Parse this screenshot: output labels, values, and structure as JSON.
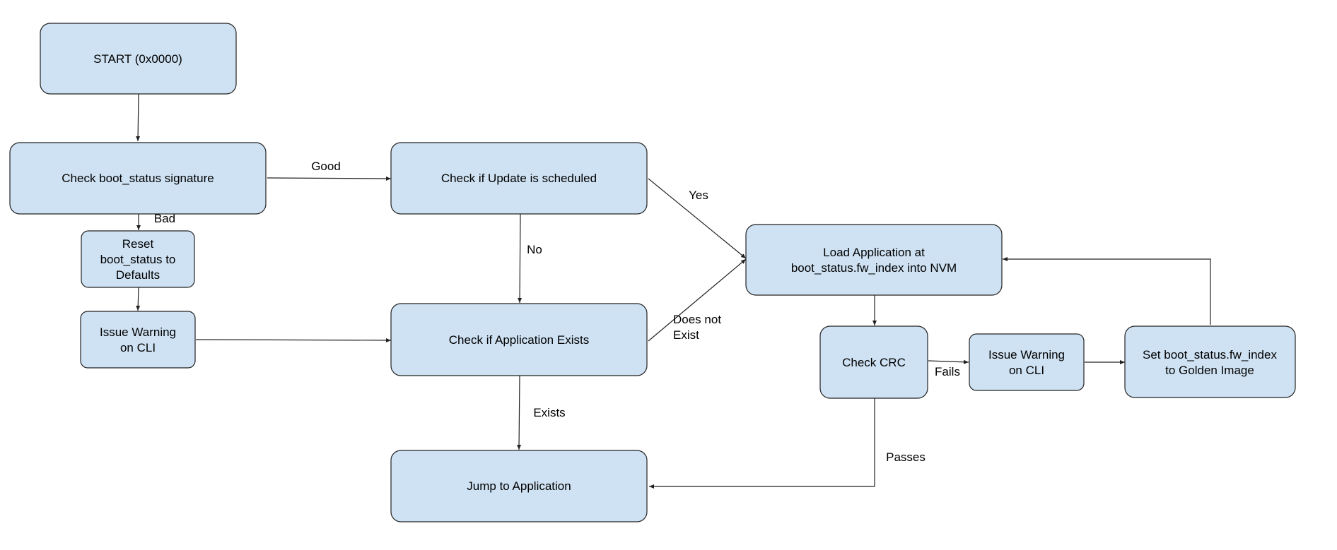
{
  "nodes": {
    "start": [
      "START (0x0000)"
    ],
    "check_sig": [
      "Check boot_status signature"
    ],
    "reset_defaults": [
      "Reset",
      "boot_status to",
      "Defaults"
    ],
    "warn_cli_left": [
      "Issue Warning",
      "on CLI"
    ],
    "check_update": [
      "Check if Update is scheduled"
    ],
    "check_app": [
      "Check if Application Exists"
    ],
    "jump_app": [
      "Jump to Application"
    ],
    "load_app": [
      "Load Application at",
      "boot_status.fw_index into NVM"
    ],
    "check_crc": [
      "Check CRC"
    ],
    "warn_cli_right": [
      "Issue Warning",
      "on CLI"
    ],
    "set_golden": [
      "Set boot_status.fw_index",
      "to Golden Image"
    ]
  },
  "edge_labels": {
    "good": [
      "Good"
    ],
    "bad": [
      "Bad"
    ],
    "no": [
      "No"
    ],
    "yes": [
      "Yes"
    ],
    "does_not_exist": [
      "Does not",
      "Exist"
    ],
    "exists": [
      "Exists"
    ],
    "fails": [
      "Fails"
    ],
    "passes": [
      "Passes"
    ]
  }
}
